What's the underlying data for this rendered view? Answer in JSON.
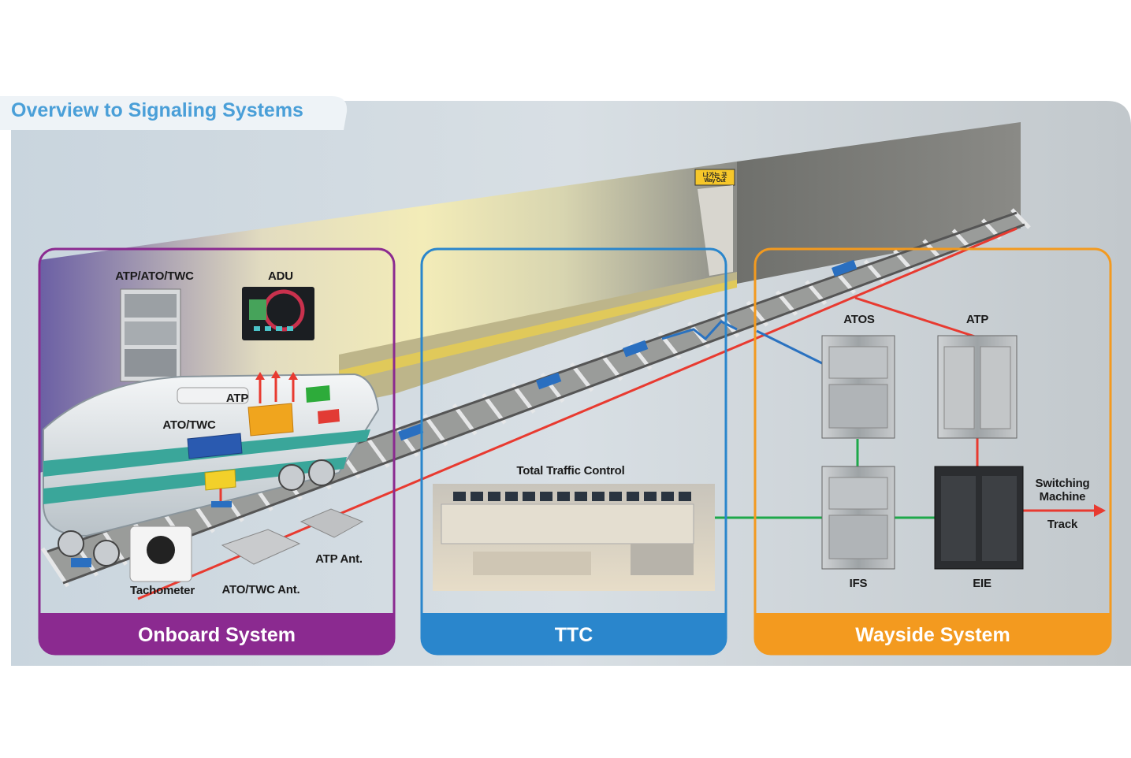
{
  "header": {
    "title": "Overview to Signaling Systems"
  },
  "colors": {
    "onboard": "#8b2a90",
    "ttc": "#2a86cc",
    "wayside": "#f39a1f",
    "title_blue": "#4a9fd8",
    "link_red": "#e83a30",
    "link_blue": "#2a72c0",
    "link_green": "#1ea84a"
  },
  "panels": {
    "onboard": {
      "title": "Onboard System",
      "labels": {
        "atp_ato_twc": "ATP/ATO/TWC",
        "adu": "ADU",
        "atp": "ATP",
        "ato_twc": "ATO/TWC",
        "tachometer": "Tachometer",
        "ato_twc_ant": "ATO/TWC Ant.",
        "atp_ant": "ATP Ant."
      }
    },
    "ttc": {
      "title": "TTC",
      "labels": {
        "total_traffic_control": "Total Traffic Control"
      }
    },
    "wayside": {
      "title": "Wayside System",
      "labels": {
        "atos": "ATOS",
        "atp": "ATP",
        "ifs": "IFS",
        "eie": "EIE",
        "switching_machine": "Switching\nMachine",
        "track": "Track"
      }
    }
  },
  "station": {
    "sign_korean": "나가는 곳",
    "sign_english": "Way Out"
  }
}
